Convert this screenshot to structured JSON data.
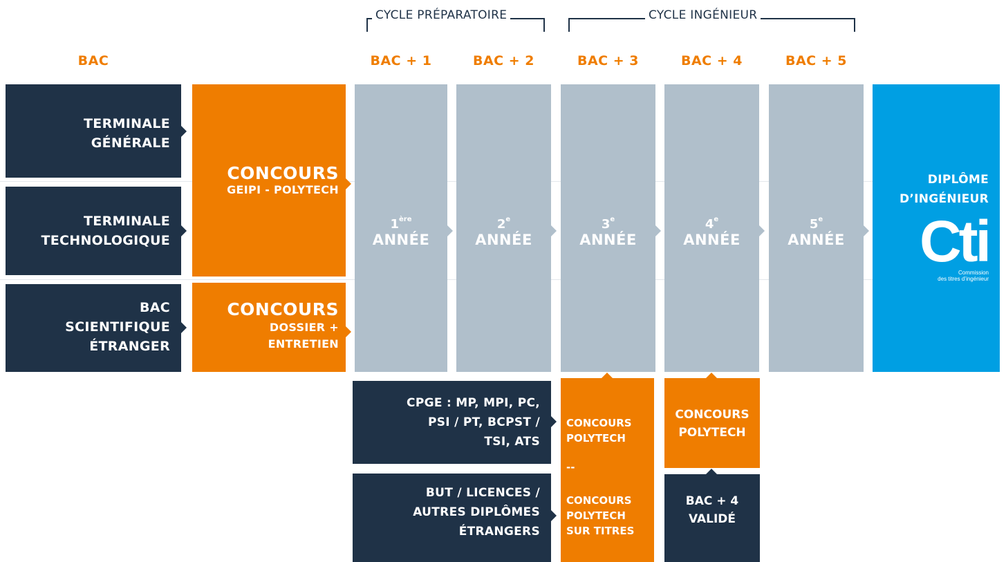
{
  "colors": {
    "navy": "#1f3247",
    "orange": "#ef7d00",
    "grey": "#b0bfcb",
    "blue": "#009fe3"
  },
  "cycles": {
    "prep": "CYCLE PRÉPARATOIRE",
    "ing": "CYCLE INGÉNIEUR"
  },
  "headers": {
    "bac": "BAC",
    "bac1": "BAC + 1",
    "bac2": "BAC + 2",
    "bac3": "BAC + 3",
    "bac4": "BAC + 4",
    "bac5": "BAC + 5"
  },
  "entries": {
    "terminale_generale": "TERMINALE\nGÉNÉRALE",
    "terminale_techno": "TERMINALE\nTECHNOLOGIQUE",
    "bac_etranger": "BAC\nSCIENTIFIQUE\nÉTRANGER"
  },
  "concours": {
    "geipi_title": "CONCOURS",
    "geipi_sub": "GEIPI - POLYTECH",
    "dossier_title": "CONCOURS",
    "dossier_sub": "DOSSIER +\nENTRETIEN"
  },
  "years": [
    {
      "num": "1",
      "sup": "ère",
      "word": "ANNÉE"
    },
    {
      "num": "2",
      "sup": "e",
      "word": "ANNÉE"
    },
    {
      "num": "3",
      "sup": "e",
      "word": "ANNÉE"
    },
    {
      "num": "4",
      "sup": "e",
      "word": "ANNÉE"
    },
    {
      "num": "5",
      "sup": "e",
      "word": "ANNÉE"
    }
  ],
  "diplome": {
    "title": "DIPLÔME\nD’INGÉNIEUR",
    "logo_text": "Cti",
    "logo_caption": "Commission\ndes titres d’ingénieur"
  },
  "lower": {
    "cpge": "CPGE : MP, MPI, PC,\nPSI / PT, BCPST /\nTSI, ATS",
    "but": "BUT / LICENCES /\nAUTRES DIPLÔMES\nÉTRANGERS",
    "concours_polytech_a": "CONCOURS\nPOLYTECH",
    "separator": "--",
    "concours_polytech_titres": "CONCOURS\nPOLYTECH\nSUR TITRES",
    "concours_polytech_b": "CONCOURS\nPOLYTECH",
    "bac4_valide": "BAC + 4\nVALIDÉ"
  }
}
